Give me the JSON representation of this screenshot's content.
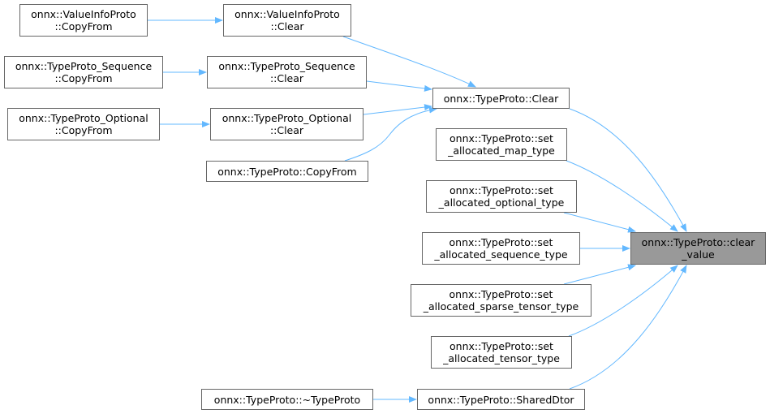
{
  "edge_color": "#63b8ff",
  "focus_color": "#999999",
  "nodes": {
    "vi_copyfrom": [
      "onnx::ValueInfoProto",
      "::CopyFrom"
    ],
    "vi_clear": [
      "onnx::ValueInfoProto",
      "::Clear"
    ],
    "seq_copyfrom": [
      "onnx::TypeProto_Sequence",
      "::CopyFrom"
    ],
    "seq_clear": [
      "onnx::TypeProto_Sequence",
      "::Clear"
    ],
    "opt_copyfrom": [
      "onnx::TypeProto_Optional",
      "::CopyFrom"
    ],
    "opt_clear": [
      "onnx::TypeProto_Optional",
      "::Clear"
    ],
    "tp_copyfrom": [
      "onnx::TypeProto::CopyFrom"
    ],
    "tp_clear": [
      "onnx::TypeProto::Clear"
    ],
    "set_map": [
      "onnx::TypeProto::set",
      "_allocated_map_type"
    ],
    "set_optional": [
      "onnx::TypeProto::set",
      "_allocated_optional_type"
    ],
    "set_sequence": [
      "onnx::TypeProto::set",
      "_allocated_sequence_type"
    ],
    "set_sparse": [
      "onnx::TypeProto::set",
      "_allocated_sparse_tensor_type"
    ],
    "set_tensor": [
      "onnx::TypeProto::set",
      "_allocated_tensor_type"
    ],
    "destructor": [
      "onnx::TypeProto::~TypeProto"
    ],
    "shared_dtor": [
      "onnx::TypeProto::SharedDtor"
    ],
    "clear_value": [
      "onnx::TypeProto::clear",
      "_value"
    ]
  }
}
